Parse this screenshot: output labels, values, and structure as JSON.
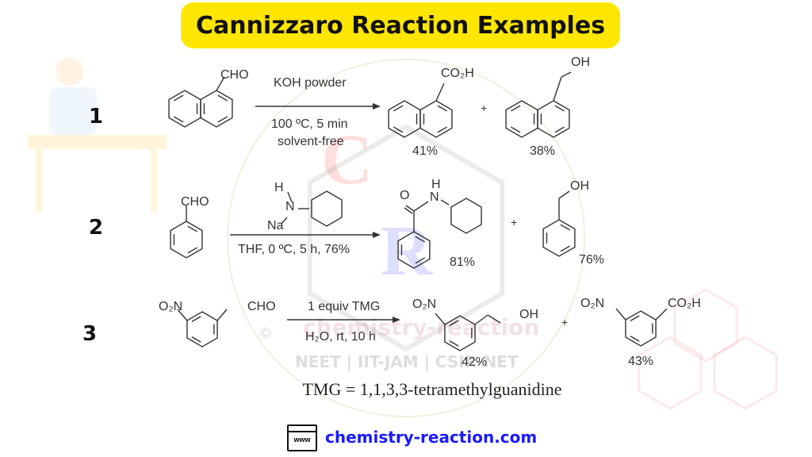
{
  "title": "Cannizzaro Reaction Examples",
  "colors": {
    "title_bg": "#ffe600",
    "link": "#1a1aff",
    "bond": "#333333"
  },
  "watermark": {
    "letters": [
      "C",
      "R"
    ],
    "text": "chemistry-reaction",
    "subtext": "NEET | IIT-JAM | CSIR-NET",
    "copyright": "©"
  },
  "reactions": [
    {
      "number": "1",
      "reactant_group": "CHO",
      "conditions_above": "KOH powder",
      "conditions_below_1": "100 ºC, 5 min",
      "conditions_below_2": "solvent-free",
      "product1_group": "CO₂H",
      "product1_yield": "41%",
      "plus": "+",
      "product2_group": "OH",
      "product2_yield": "38%"
    },
    {
      "number": "2",
      "reactant_group": "CHO",
      "reagent_h": "H",
      "reagent_n": "N",
      "reagent_na": "Na",
      "conditions_below": "THF, 0 ºC, 5 h, 76%",
      "product1_o": "O",
      "product1_h": "H",
      "product1_n": "N",
      "product1_yield": "81%",
      "plus": "+",
      "product2_group": "OH",
      "product2_yield": "76%"
    },
    {
      "number": "3",
      "reactant_nitro": "O₂N",
      "reactant_group": "CHO",
      "conditions_above": "1 equiv TMG",
      "conditions_below": "H₂O, rt, 10 h",
      "product1_nitro": "O₂N",
      "product1_group": "OH",
      "product1_yield": "42%",
      "plus": "+",
      "product2_nitro": "O₂N",
      "product2_group": "CO₂H",
      "product2_yield": "43%"
    }
  ],
  "footnote": "TMG = 1,1,3,3-tetramethylguanidine",
  "footer": {
    "icon": "www-browser-cursor-icon",
    "icon_text": "www",
    "website": "chemistry-reaction.com"
  }
}
